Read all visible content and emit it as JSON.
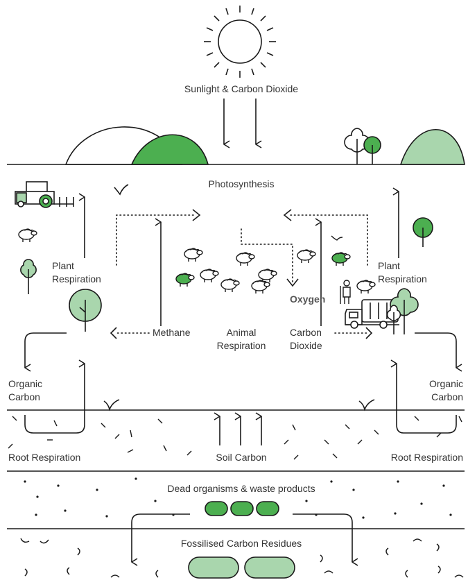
{
  "colors": {
    "line": "#1a1a1a",
    "green_dark": "#4caf50",
    "green_mid": "#82c886",
    "green_light": "#a9d6ad",
    "text": "#333333"
  },
  "labels": {
    "sunlight": "Sunlight & Carbon Dioxide",
    "photosynthesis": "Photosynthesis",
    "plant_respiration_left_1": "Plant",
    "plant_respiration_left_2": "Respiration",
    "plant_respiration_right_1": "Plant",
    "plant_respiration_right_2": "Respiration",
    "oxygen": "Oxygen",
    "methane": "Methane",
    "animal_respiration_1": "Animal",
    "animal_respiration_2": "Respiration",
    "carbon_dioxide_1": "Carbon",
    "carbon_dioxide_2": "Dioxide",
    "organic_carbon_left_1": "Organic",
    "organic_carbon_left_2": "Carbon",
    "organic_carbon_right_1": "Organic",
    "organic_carbon_right_2": "Carbon",
    "root_respiration_left": "Root Respiration",
    "root_respiration_right": "Root Respiration",
    "soil_carbon": "Soil Carbon",
    "dead_organisms": "Dead organisms & waste products",
    "fossilised": "Fossilised Carbon Residues"
  },
  "icons": [
    "sun-icon",
    "hill-icon",
    "tree-icon",
    "tractor-icon",
    "sheep-icon",
    "bird-icon",
    "farmer-icon",
    "truck-icon",
    "sprout-icon"
  ]
}
